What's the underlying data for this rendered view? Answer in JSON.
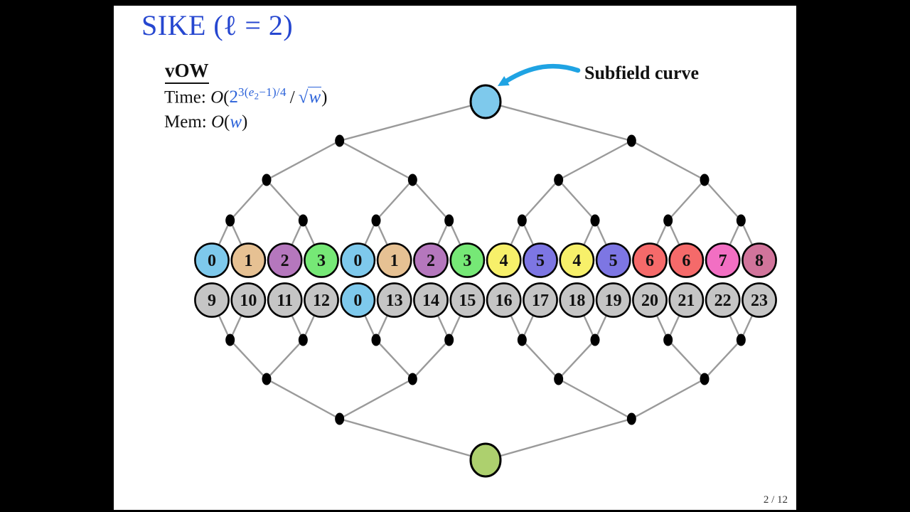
{
  "slide": {
    "title": "SIKE (ℓ = 2)"
  },
  "vow": {
    "heading": "vOW",
    "time_label": "Time:",
    "mem_label": "Mem:",
    "o": "O",
    "lp": "(",
    "rp": ")",
    "base": "2",
    "exp_pre": "3(",
    "exp_e": "e",
    "exp_esub": "2",
    "exp_post": "−1)/4",
    "slash": "/",
    "sqrt_sign": "√",
    "w": "w"
  },
  "annotation": {
    "label": "Subfield curve",
    "arrow_color": "#1FA3E3"
  },
  "footer": {
    "page": "2 / 12"
  },
  "colors": {
    "frame_bg": "#000000",
    "slide_bg": "#FFFFFF",
    "title_blue": "#2647D0",
    "math_blue": "#2B62D9",
    "text_black": "#111111",
    "edge_gray": "#9A9A9A",
    "node_border": "#000000"
  },
  "palette": {
    "sky": "#7EC9EC",
    "tan": "#E6C193",
    "orchid": "#B577BD",
    "green": "#76E876",
    "yellow": "#F7F06A",
    "violet": "#7D76E3",
    "salmon": "#F56A6A",
    "pink": "#F26FC3",
    "rose": "#D1749B",
    "gray": "#C5C5C5",
    "lime": "#ADD06E"
  },
  "graph": {
    "top_root_color": "sky",
    "bottom_root_color": "lime",
    "row1": [
      {
        "label": "0",
        "color": "sky"
      },
      {
        "label": "1",
        "color": "tan"
      },
      {
        "label": "2",
        "color": "orchid"
      },
      {
        "label": "3",
        "color": "green"
      },
      {
        "label": "0",
        "color": "sky"
      },
      {
        "label": "1",
        "color": "tan"
      },
      {
        "label": "2",
        "color": "orchid"
      },
      {
        "label": "3",
        "color": "green"
      },
      {
        "label": "4",
        "color": "yellow"
      },
      {
        "label": "5",
        "color": "violet"
      },
      {
        "label": "4",
        "color": "yellow"
      },
      {
        "label": "5",
        "color": "violet"
      },
      {
        "label": "6",
        "color": "salmon"
      },
      {
        "label": "6",
        "color": "salmon"
      },
      {
        "label": "7",
        "color": "pink"
      },
      {
        "label": "8",
        "color": "rose"
      }
    ],
    "row2": [
      {
        "label": "9",
        "color": "gray"
      },
      {
        "label": "10",
        "color": "gray"
      },
      {
        "label": "11",
        "color": "gray"
      },
      {
        "label": "12",
        "color": "gray"
      },
      {
        "label": "0",
        "color": "sky"
      },
      {
        "label": "13",
        "color": "gray"
      },
      {
        "label": "14",
        "color": "gray"
      },
      {
        "label": "15",
        "color": "gray"
      },
      {
        "label": "16",
        "color": "gray"
      },
      {
        "label": "17",
        "color": "gray"
      },
      {
        "label": "18",
        "color": "gray"
      },
      {
        "label": "19",
        "color": "gray"
      },
      {
        "label": "20",
        "color": "gray"
      },
      {
        "label": "21",
        "color": "gray"
      },
      {
        "label": "22",
        "color": "gray"
      },
      {
        "label": "23",
        "color": "gray"
      }
    ]
  }
}
